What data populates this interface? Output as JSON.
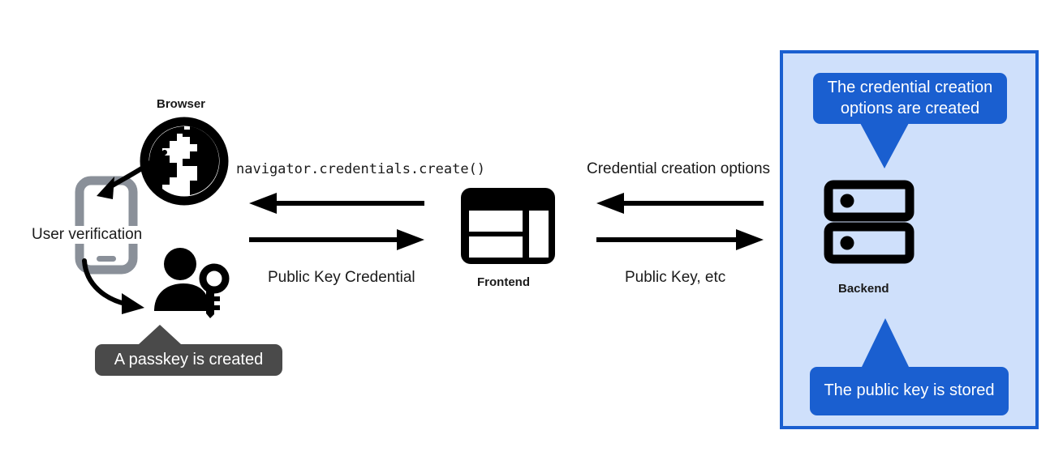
{
  "diagram": {
    "title": "WebAuthn passkey registration flow",
    "colors": {
      "panel_fill": "#cfe0fb",
      "panel_border": "#1a5fd0",
      "tooltip_blue": "#1a5fd0",
      "tooltip_gray": "#4a4a4a",
      "icon_black": "#000000",
      "phone_gray": "#8a9099",
      "text": "#1a1a1a"
    }
  },
  "nodes": {
    "browser": {
      "label": "Browser",
      "icon": "globe-icon"
    },
    "frontend": {
      "label": "Frontend",
      "icon": "window-layout-icon"
    },
    "backend": {
      "label": "Backend",
      "icon": "server-rack-icon"
    },
    "phone": {
      "label": "User verification",
      "icon": "smartphone-icon"
    },
    "user": {
      "icon": "person-with-key-icon"
    }
  },
  "edges": [
    {
      "id": "browser-to-frontend-response",
      "label": "navigator.credentials.create()",
      "direction": "left",
      "style": "mono"
    },
    {
      "id": "frontend-to-browser-request",
      "label": "Public Key Credential",
      "direction": "right",
      "style": "plain"
    },
    {
      "id": "backend-to-frontend-options",
      "label": "Credential creation options",
      "direction": "left",
      "style": "plain"
    },
    {
      "id": "frontend-to-backend-publickey",
      "label": "Public Key, etc",
      "direction": "right",
      "style": "plain"
    },
    {
      "id": "browser-to-phone",
      "label": "",
      "direction": "curve-down-left"
    },
    {
      "id": "phone-to-user",
      "label": "",
      "direction": "curve-down-right"
    }
  ],
  "tooltips": {
    "credential_options": {
      "text": "The credential creation options are created",
      "color": "blue",
      "tail": "down"
    },
    "public_key_stored": {
      "text": "The public key is stored",
      "color": "blue",
      "tail": "up"
    },
    "passkey_created": {
      "text": "A passkey is created",
      "color": "gray",
      "tail": "up"
    }
  }
}
